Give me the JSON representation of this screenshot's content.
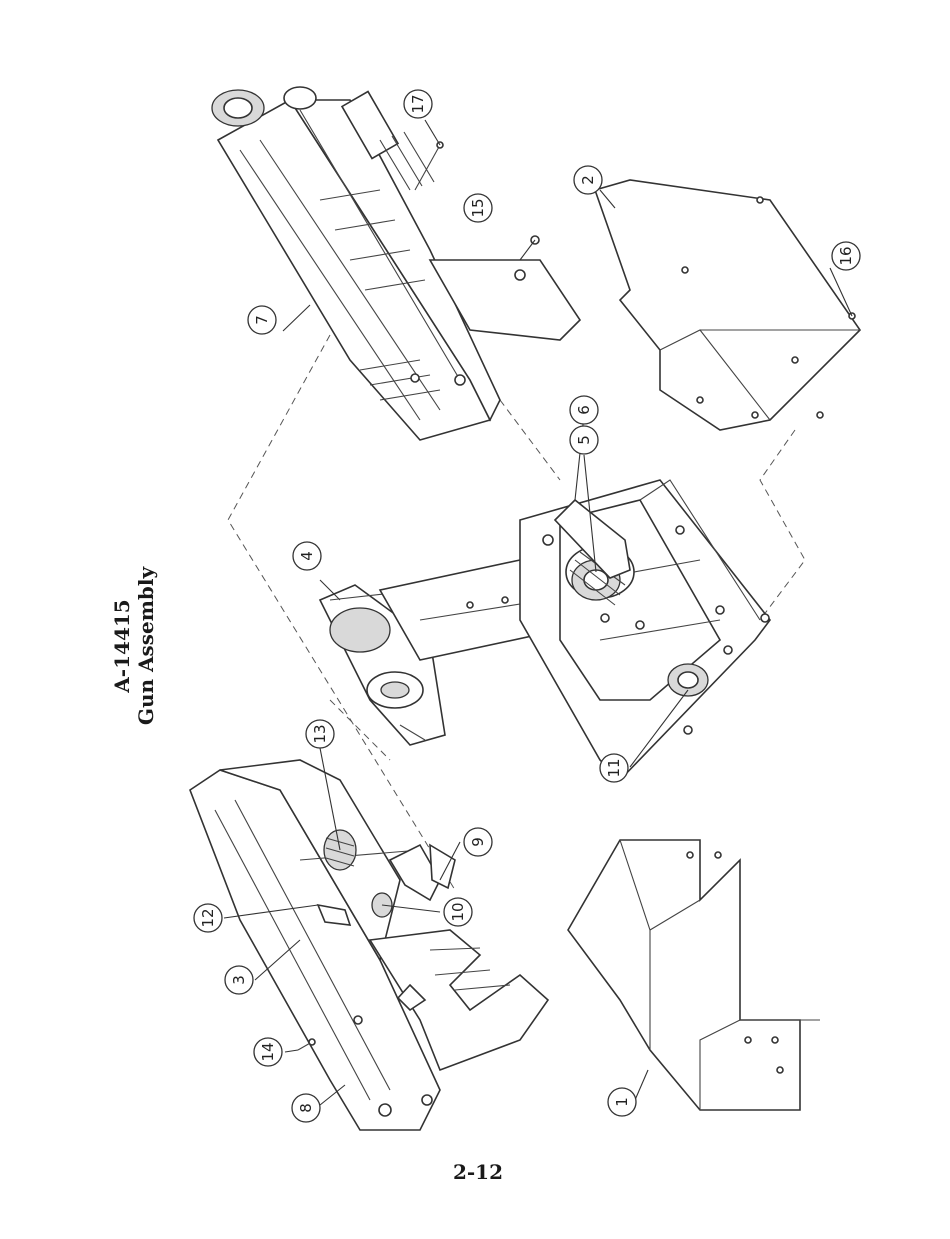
{
  "title": {
    "line1": "A-14415",
    "line2": "Gun Assembly"
  },
  "page_number": "2-12",
  "callouts": {
    "c1": "1",
    "c2": "2",
    "c3": "3",
    "c4": "4",
    "c5": "5",
    "c6": "6",
    "c7": "7",
    "c8": "8",
    "c9": "9",
    "c10": "10",
    "c11": "11",
    "c12": "12",
    "c13": "13",
    "c14": "14",
    "c15": "15",
    "c16": "16",
    "c17": "17"
  }
}
